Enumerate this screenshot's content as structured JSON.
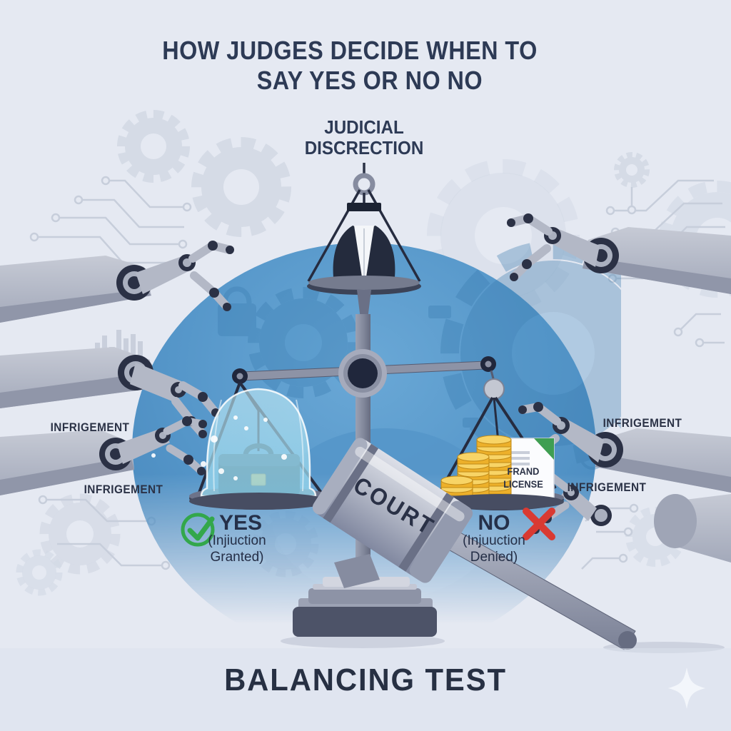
{
  "title": {
    "line1": "HOW JUDGES DECIDE WHEN TO",
    "line2": "SAY YES OR NO NO"
  },
  "scale": {
    "label_line1": "JUDICIAL",
    "label_line2": "DISCRECTION"
  },
  "labels": {
    "left_top": "INFRIGEMENT",
    "left_bottom": "INFRIGEMENT",
    "right_top": "INFRIGEMENT",
    "right_bottom": "INFRIGEMENT"
  },
  "outcomes": {
    "yes": {
      "verdict": "YES",
      "detail_line1": "(Injiuction",
      "detail_line2": "Granted)",
      "icon": "check-circle-icon",
      "color": "#2fa84c"
    },
    "no": {
      "verdict": "NO",
      "detail_line1": "(Injuuction",
      "detail_line2": "Denied)",
      "icon": "x-mark-icon",
      "color": "#d93a32"
    }
  },
  "right_pan": {
    "document_line1": "FRAND",
    "document_line2": "LICENSE"
  },
  "gavel": {
    "label": "COURT"
  },
  "footer": {
    "title": "BALANCING TEST"
  },
  "colors": {
    "background": "#e5e9f2",
    "headline_navy": "#2d3a55",
    "dome_blue": "#4e91c5",
    "bell_jar_cyan": "#a5ddef",
    "briefcase_teal": "#2d4d63",
    "coin_gold": "#f1b42e",
    "document_fold_green": "#3f9e52",
    "metal_gray": "#b3b8c6",
    "joint_navy": "#2b3145"
  },
  "icons": [
    "check-circle-icon",
    "x-mark-icon",
    "sparkle-icon",
    "gear-icon",
    "circuit-trace-icon",
    "bar-chart-icon",
    "robot-arm",
    "scales-of-justice",
    "judge-robe-icon",
    "bell-jar-icon",
    "briefcase-icon",
    "coin-stack-icon",
    "document-icon",
    "gavel-icon"
  ]
}
